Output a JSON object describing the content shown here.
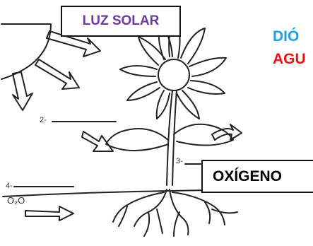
{
  "labels": {
    "luz_solar": "LUZ SOLAR",
    "oxigeno": "OXÍGENO",
    "dioxido": "DIÓ",
    "agua": "AGU"
  },
  "numbers": {
    "n2": "2-",
    "n3": "3-",
    "n4": "4-",
    "o2": "O₂O"
  },
  "colors": {
    "luz_solar": "#6a3aa0",
    "dioxido": "#1da1e6",
    "agua": "#ee1111",
    "oxigeno": "#000000"
  }
}
